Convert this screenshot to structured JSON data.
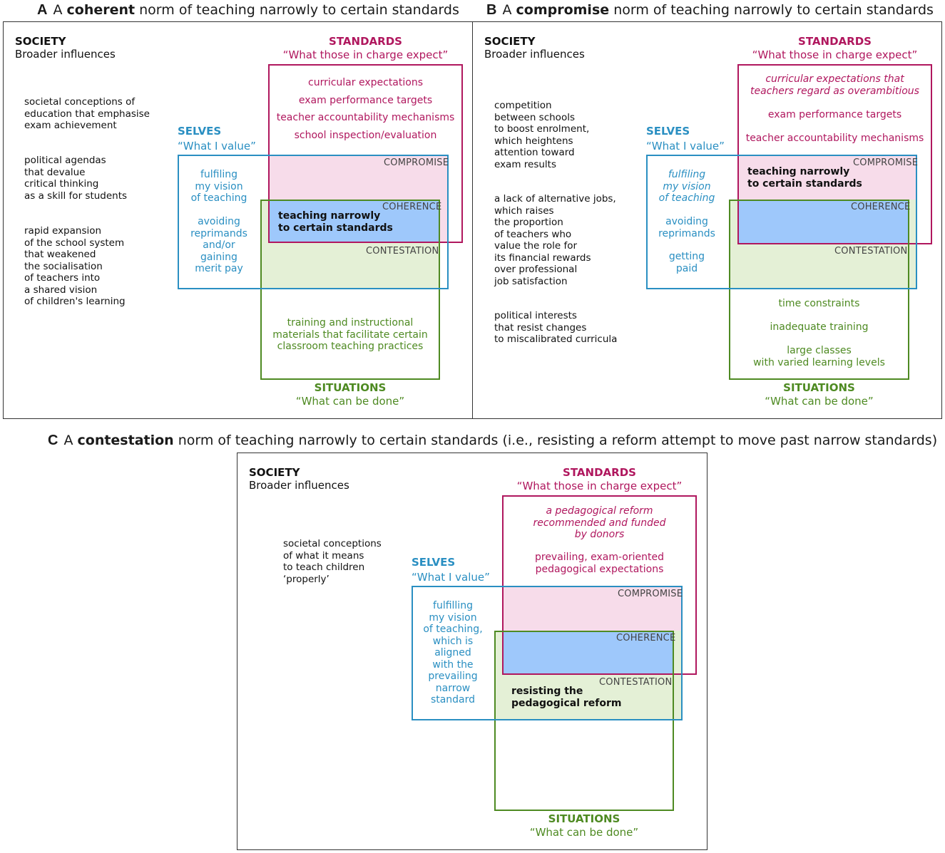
{
  "panel_a": {
    "letter": "A",
    "title_pre": "A ",
    "title_bold": "coherent",
    "title_post": " norm of teaching narrowly to certain standards",
    "society": {
      "heading": "SOCIETY",
      "sub": "Broader influences",
      "items": [
        "societal conceptions of\neducation that emphasise\nexam achievement",
        "political agendas\nthat devalue\ncritical thinking\nas a skill for students",
        "rapid expansion\nof the school system\nthat weakened\nthe socialisation\nof teachers into\na shared vision\nof children's learning"
      ]
    },
    "standards": {
      "heading": "STANDARDS",
      "sub": "“What those in charge expect”",
      "items": [
        "curricular expectations",
        "exam performance targets",
        "teacher accountability mechanisms",
        "school inspection/evaluation"
      ]
    },
    "selves": {
      "heading": "SELVES",
      "sub": "“What I value”",
      "items": [
        "fulfiling\nmy vision\nof teaching",
        "avoiding\nreprimands\nand/or\ngaining\nmerit pay"
      ]
    },
    "situations": {
      "heading": "SITUATIONS",
      "sub": "“What can be done”",
      "items": [
        "training and instructional\nmaterials that facilitate certain\nclassroom teaching practices"
      ]
    },
    "regions": {
      "compromise": "COMPROMISE",
      "coherence": "COHERENCE",
      "contestation": "CONTESTATION"
    },
    "norm_label": "teaching  narrowly\nto certain standards"
  },
  "panel_b": {
    "letter": "B",
    "title_pre": "A ",
    "title_bold": "compromise",
    "title_post": " norm of teaching narrowly to certain standards",
    "society": {
      "heading": "SOCIETY",
      "sub": "Broader influences",
      "items": [
        "competition\nbetween schools\nto boost enrolment,\nwhich heightens\nattention toward\nexam results",
        "a lack of alternative jobs,\nwhich raises\nthe proportion\nof teachers who\nvalue the role for\nits financial rewards\nover professional\njob satisfaction",
        "political interests\nthat resist changes\nto miscalibrated curricula"
      ]
    },
    "standards": {
      "heading": "STANDARDS",
      "sub": "“What those in charge expect”",
      "items": [
        "curricular expectations that\nteachers regard as overambitious",
        "exam performance targets",
        "teacher accountability mechanisms"
      ]
    },
    "selves": {
      "heading": "SELVES",
      "sub": "“What I value”",
      "items": [
        "fulfiling\nmy vision\nof teaching",
        "avoiding\nreprimands",
        "getting\npaid"
      ]
    },
    "situations": {
      "heading": "SITUATIONS",
      "sub": "“What can be done”",
      "items": [
        "time constraints",
        "inadequate training",
        "large classes\nwith varied learning levels"
      ]
    },
    "regions": {
      "compromise": "COMPROMISE",
      "coherence": "COHERENCE",
      "contestation": "CONTESTATION"
    },
    "norm_label": "teaching narrowly\nto certain standards"
  },
  "panel_c": {
    "letter": "C",
    "title_pre": "A ",
    "title_bold": "contestation",
    "title_post": " norm of teaching narrowly to certain standards (i.e., resisting a reform attempt to move past narrow standards)",
    "society": {
      "heading": "SOCIETY",
      "sub": "Broader influences",
      "items": [
        "societal conceptions\nof what it means\nto teach children\n‘properly’"
      ]
    },
    "standards": {
      "heading": "STANDARDS",
      "sub": "“What those in charge expect”",
      "items": [
        "a pedagogical reform\nrecommended and funded\nby donors",
        "prevailing, exam-oriented\npedagogical expectations"
      ]
    },
    "selves": {
      "heading": "SELVES",
      "sub": "“What I value”",
      "items": [
        "fulfilling\nmy vision\nof teaching,\nwhich is\naligned\nwith the\nprevailing\nnarrow\nstandard"
      ]
    },
    "situations": {
      "heading": "SITUATIONS",
      "sub": "“What can be done”",
      "items": []
    },
    "regions": {
      "compromise": "COMPROMISE",
      "coherence": "COHERENCE",
      "contestation": "CONTESTATION"
    },
    "norm_label": "resisting the\npedagogical reform"
  },
  "colors": {
    "standards": "#b0175e",
    "situations": "#4e8a22",
    "selves": "#2a8fc2",
    "compromise_fill": "#f7dcea",
    "contestation_fill": "#e4f0d6",
    "coherence_fill": "#9ec8fb"
  }
}
